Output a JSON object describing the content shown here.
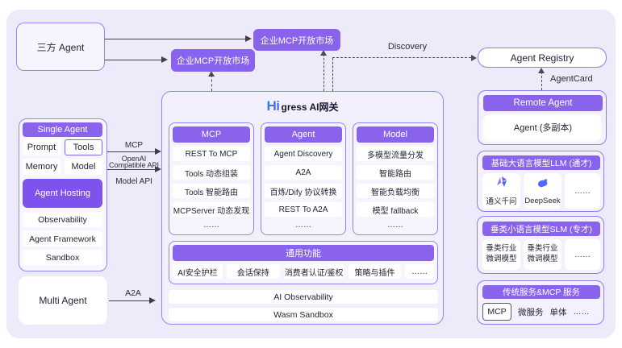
{
  "nodes": {
    "third_party_agent": "三方 Agent",
    "market_badge_top": "企业MCP开放市场",
    "market_badge_left": "企业MCP开放市场",
    "discovery_label": "Discovery",
    "agent_registry": "Agent Registry",
    "agentcard_label": "AgentCard",
    "multi_agent": "Multi Agent",
    "a2a_label": "A2A"
  },
  "single_agent": {
    "title": "Single Agent",
    "prompt": "Prompt",
    "tools": "Tools",
    "memory": "Memory",
    "model": "Model",
    "hosting": "Agent Hosting",
    "rows": [
      "Observability",
      "Agent Framework",
      "Sandbox"
    ],
    "arrow_mcp": "MCP",
    "arrow_openai_line1": "OpenAI",
    "arrow_openai_line2": "Compatible API",
    "arrow_model_api": "Model API"
  },
  "gateway": {
    "logo_hi": "Hi",
    "logo_text": "gress AI网关",
    "columns": [
      {
        "title": "MCP",
        "items": [
          "REST To MCP",
          "Tools 动态组装",
          "Tools 智能路由",
          "MCPServer 动态发现",
          "……"
        ]
      },
      {
        "title": "Agent",
        "items": [
          "Agent Discovery",
          "A2A",
          "百炼/Dify 协议转换",
          "REST To A2A",
          "……"
        ]
      },
      {
        "title": "Model",
        "items": [
          "多模型流量分发",
          "智能路由",
          "智能负载均衡",
          "模型 fallback",
          "……"
        ]
      }
    ],
    "common": {
      "title": "通用功能",
      "items": [
        "AI安全护栏",
        "会话保持",
        "消费者认证/鉴权",
        "策略与插件",
        "……"
      ]
    },
    "observability_bar": "AI Observability",
    "sandbox_bar": "Wasm Sandbox"
  },
  "right_panel": {
    "remote_agent": {
      "title": "Remote Agent",
      "card": "Agent (多副本)"
    },
    "llm": {
      "title": "基础大语言模型LLM (通才)",
      "card1": "通义千问",
      "card2": "DeepSeek",
      "more": "……"
    },
    "slm": {
      "title": "垂类小语言模型SLM (专才)",
      "card1_line1": "垂类行业",
      "card1_line2": "微调模型",
      "card2_line1": "垂类行业",
      "card2_line2": "微调模型",
      "more": "……"
    },
    "services": {
      "title": "传统服务&MCP 服务",
      "item_mcp": "MCP",
      "item_micro": "微服务",
      "item_mono": "单体",
      "more": "……"
    }
  },
  "colors": {
    "purple": "#8a63ec",
    "purple_dark": "#7d53ee",
    "border_blue": "#8b8df3",
    "panel_bg": "#edeafa"
  }
}
